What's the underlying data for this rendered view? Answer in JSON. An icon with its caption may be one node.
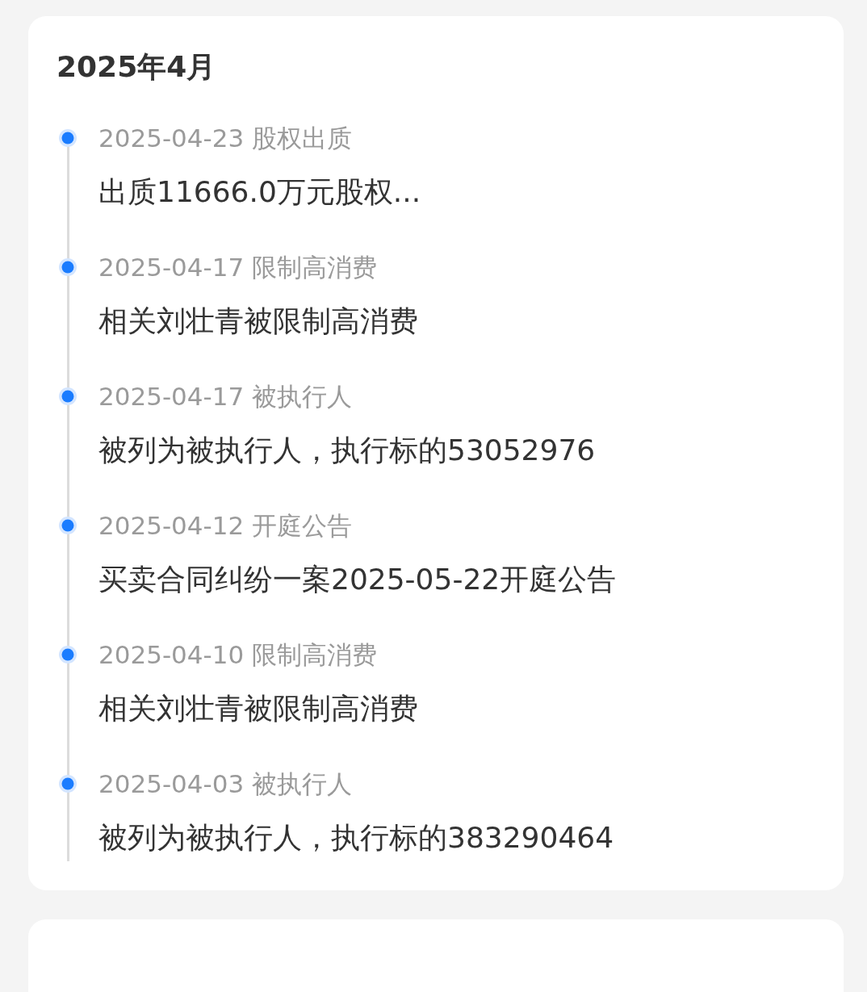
{
  "diagram": {
    "title": "2025年4月",
    "labels": [
      "2025-04-23 股权出质",
      "出质11666.0万元股权...",
      "2025-04-17 限制高消费",
      "相关刘壮青被限制高消费",
      "2025-04-17 被执行人",
      "被列为被执行人，执行标的53052976",
      "2025-04-12 开庭公告",
      "买卖合同纠纷一案2025-05-22开庭公告",
      "2025-04-10 限制高消费",
      "相关刘壮青被限制高消费",
      "2025-04-03 被执行人",
      "被列为被执行人，执行标的383290464"
    ]
  }
}
